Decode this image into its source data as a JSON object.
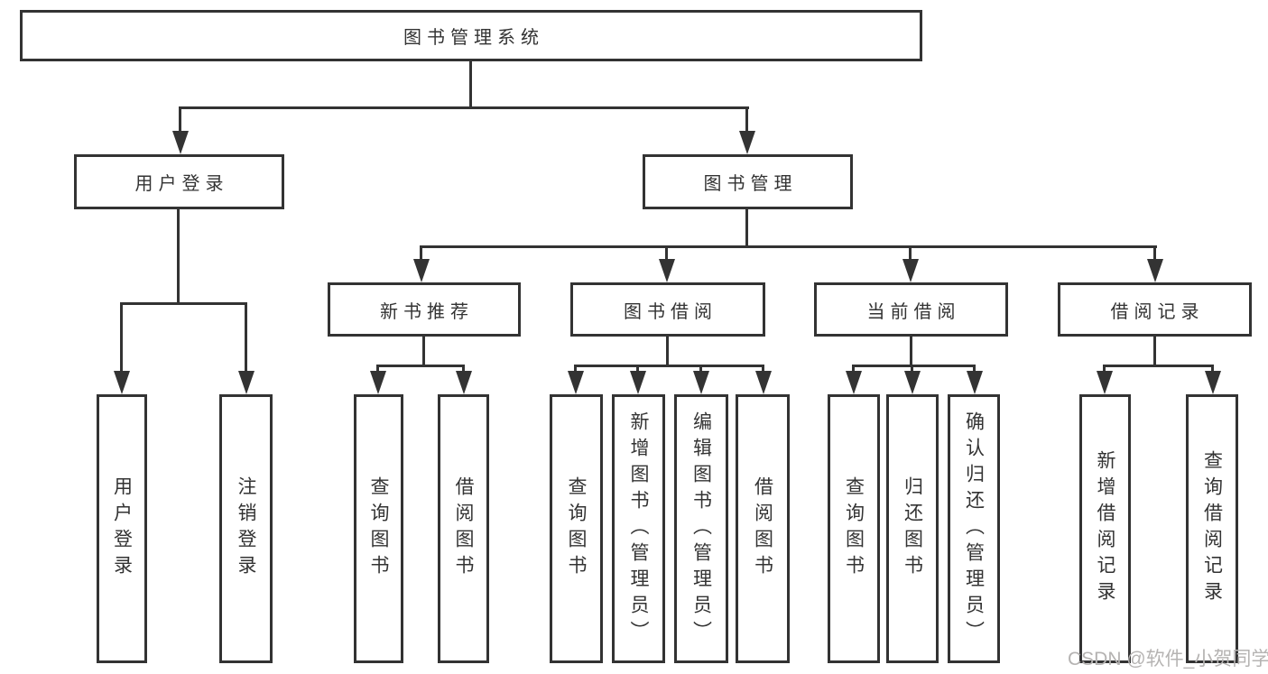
{
  "tree": {
    "root": "图书管理系统",
    "branches": [
      {
        "label": "用户登录",
        "children": [
          "用户登录",
          "注销登录"
        ]
      },
      {
        "label": "图书管理",
        "groups": [
          {
            "label": "新书推荐",
            "children": [
              "查询图书",
              "借阅图书"
            ]
          },
          {
            "label": "图书借阅",
            "children": [
              "查询图书",
              "新增图书（管理员）",
              "编辑图书（管理员）",
              "借阅图书"
            ]
          },
          {
            "label": "当前借阅",
            "children": [
              "查询图书",
              "归还图书",
              "确认归还（管理员）"
            ]
          },
          {
            "label": "借阅记录",
            "children": [
              "新增借阅记录",
              "查询借阅记录"
            ]
          }
        ]
      }
    ]
  },
  "watermark": "CSDN @软件_小贺同学",
  "colors": {
    "line": "#333333",
    "text": "#333333",
    "background": "#ffffff",
    "watermark": "#b5b3b2"
  }
}
